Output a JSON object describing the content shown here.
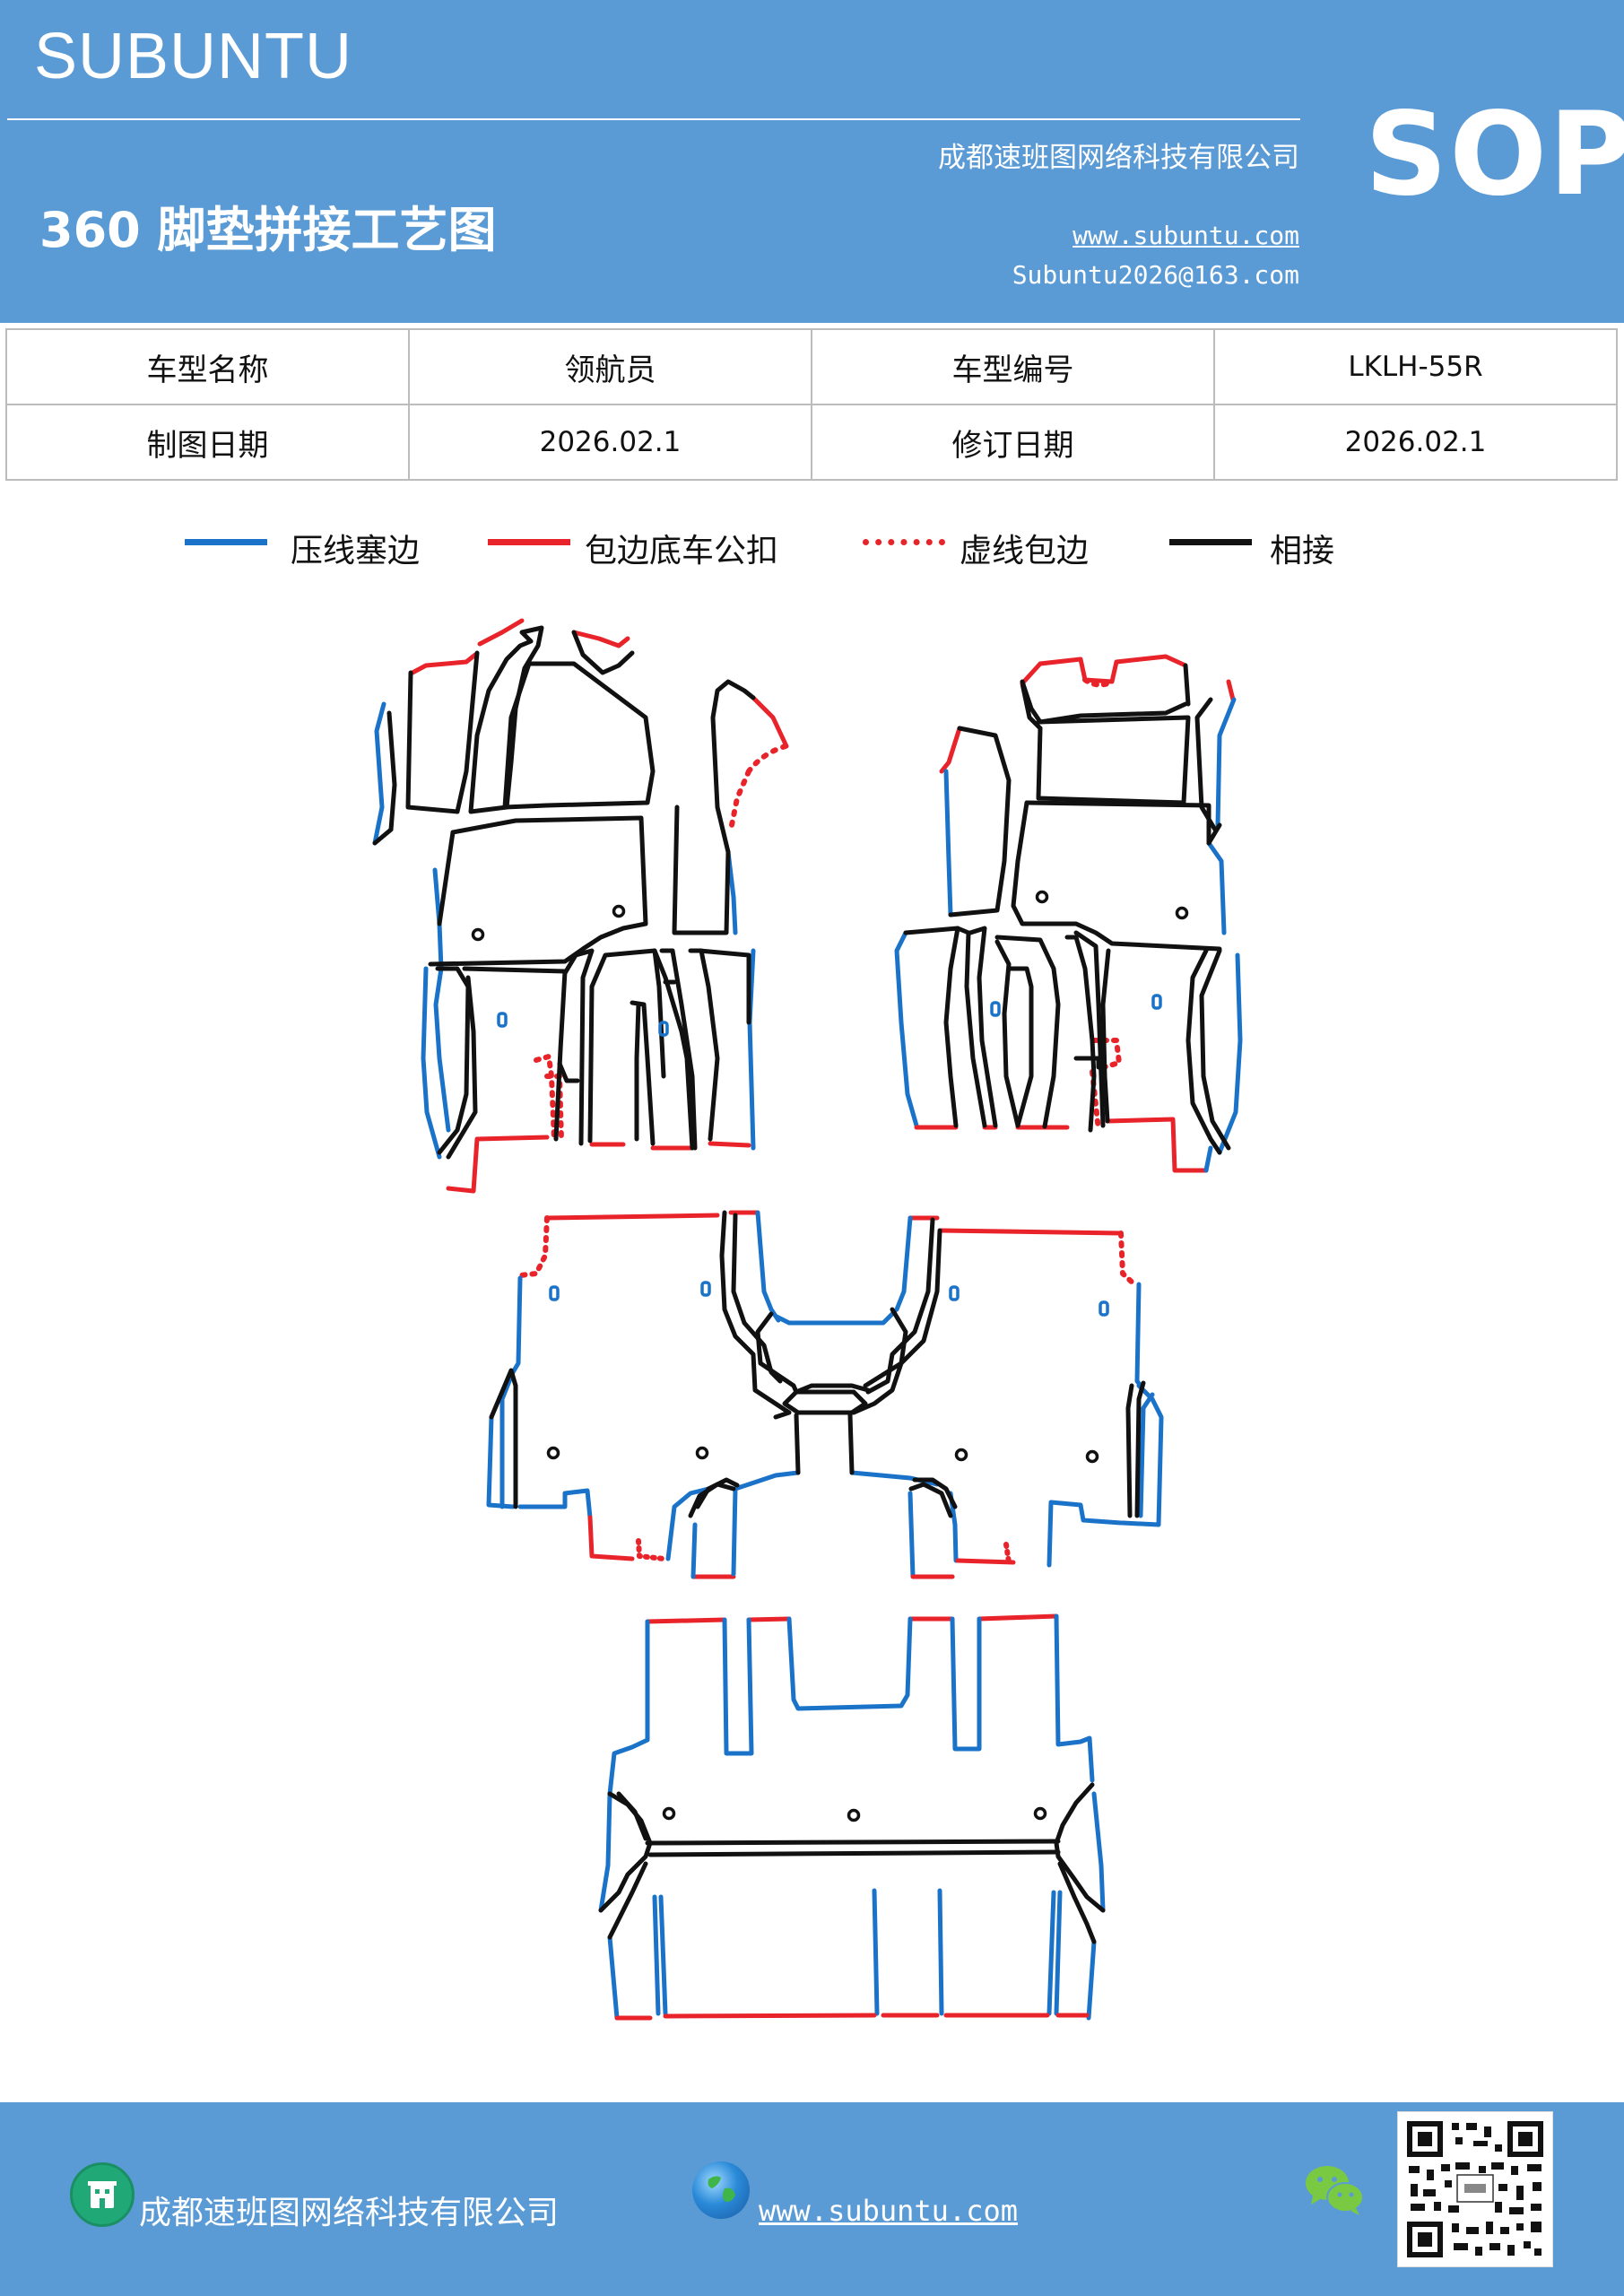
{
  "header": {
    "brand": "SUBUNTU",
    "title": "360 脚垫拼接工艺图",
    "company": "成都速班图网络科技有限公司",
    "website": "www.subuntu.com",
    "email": "Subuntu2026@163.com",
    "badge": "SOP"
  },
  "info_table": {
    "rows": [
      [
        "车型名称",
        "领航员",
        "车型编号",
        "LKLH-55R"
      ],
      [
        "制图日期",
        "2026.02.1",
        "修订日期",
        "2026.02.1"
      ]
    ]
  },
  "legend": {
    "items": [
      {
        "label": "压线塞边",
        "color": "#1a73c9",
        "style": "solid"
      },
      {
        "label": "包边底车公扣",
        "color": "#e8232a",
        "style": "solid"
      },
      {
        "label": "虚线包边",
        "color": "#e8232a",
        "style": "dotted"
      },
      {
        "label": "相接",
        "color": "#000000",
        "style": "solid"
      }
    ]
  },
  "colors": {
    "blue": "#1a73c9",
    "red": "#e8232a",
    "black": "#111111",
    "header_bg": "#5b9bd5"
  },
  "footer": {
    "company": "成都速班图网络科技有限公司",
    "website": "www.subuntu.com",
    "icons": [
      "company-icon",
      "globe-icon",
      "wechat-icon",
      "qr-code"
    ]
  }
}
